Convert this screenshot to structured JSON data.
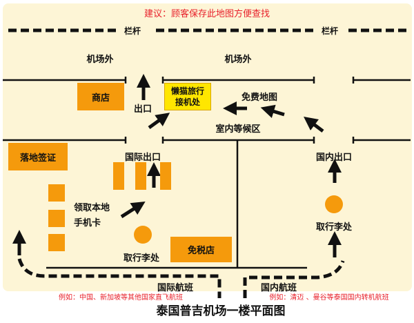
{
  "tip": "建议：顾客保存此地图方便查找",
  "barrier": "栏杆",
  "outside": "机场外",
  "shop": "商店",
  "exit": "出口",
  "lazycat": [
    "懒猫旅行",
    "接机处"
  ],
  "free_map": "免费地图",
  "waiting": "室内等候区",
  "intl_exit": "国际出口",
  "dom_exit": "国内出口",
  "visa": "落地签证",
  "sim": [
    "领取本地",
    "手机卡"
  ],
  "baggage": "取行李处",
  "dutyfree": "免税店",
  "intl_flight": "国际航班",
  "dom_flight": "国内航班",
  "intl_note": "例如：中国、新加坡等其他国家直飞航班",
  "dom_note": "例如：清迈 、曼谷等泰国国内转机航班",
  "title": "泰国普吉机场一楼平面图",
  "colors": {
    "orange": "#f59a0c",
    "yellow": "#ffe600",
    "red": "#e8202a",
    "bg": "#fdf5d6"
  }
}
